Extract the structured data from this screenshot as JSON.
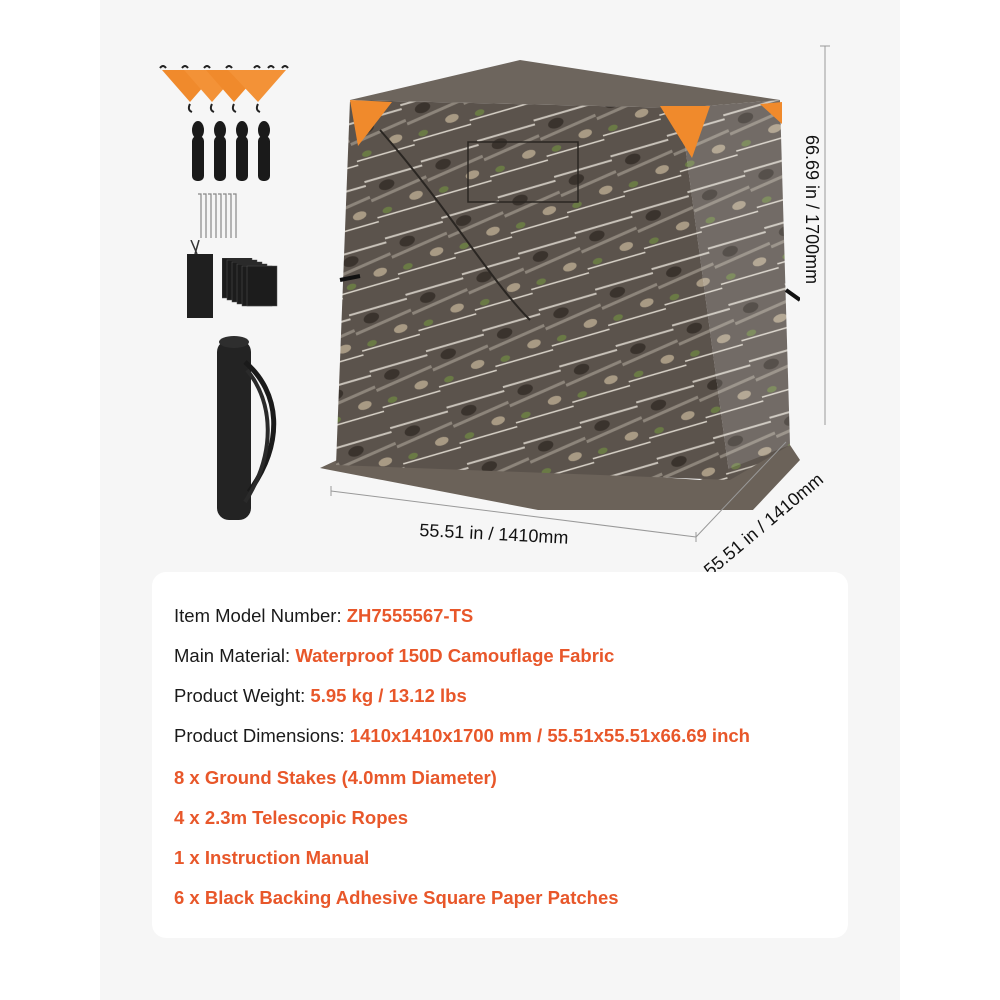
{
  "product": {
    "name": "Camouflage hunting blind tent",
    "colors": {
      "accent": "#e8572a",
      "panel_bg": "#f6f6f6",
      "card_bg": "#ffffff",
      "camo_dark": "#4a4540",
      "orange_flap": "#f08a2c"
    }
  },
  "dimensions": {
    "width_label": "55.51 in / 1410mm",
    "depth_label": "55.51 in / 1410mm",
    "height_label": "66.69 in / 1700mm"
  },
  "accessories": {
    "flags": 4,
    "ropes": 4,
    "stakes": 8,
    "patches": 6,
    "pouch": 1,
    "carry_bag": 1
  },
  "specs": [
    {
      "label": "Item Model Number: ",
      "value": "ZH7555567-TS"
    },
    {
      "label": "Main Material: ",
      "value": "Waterproof 150D Camouflage Fabric"
    },
    {
      "label": "Product Weight: ",
      "value": "5.95 kg / 13.12 lbs"
    },
    {
      "label": "Product Dimensions: ",
      "value": "1410x1410x1700 mm / 55.51x55.51x66.69 inch"
    }
  ],
  "included": [
    "8 x Ground Stakes (4.0mm Diameter)",
    "4 x 2.3m Telescopic Ropes",
    "1 x Instruction Manual",
    "6 x Black Backing Adhesive Square Paper Patches"
  ]
}
